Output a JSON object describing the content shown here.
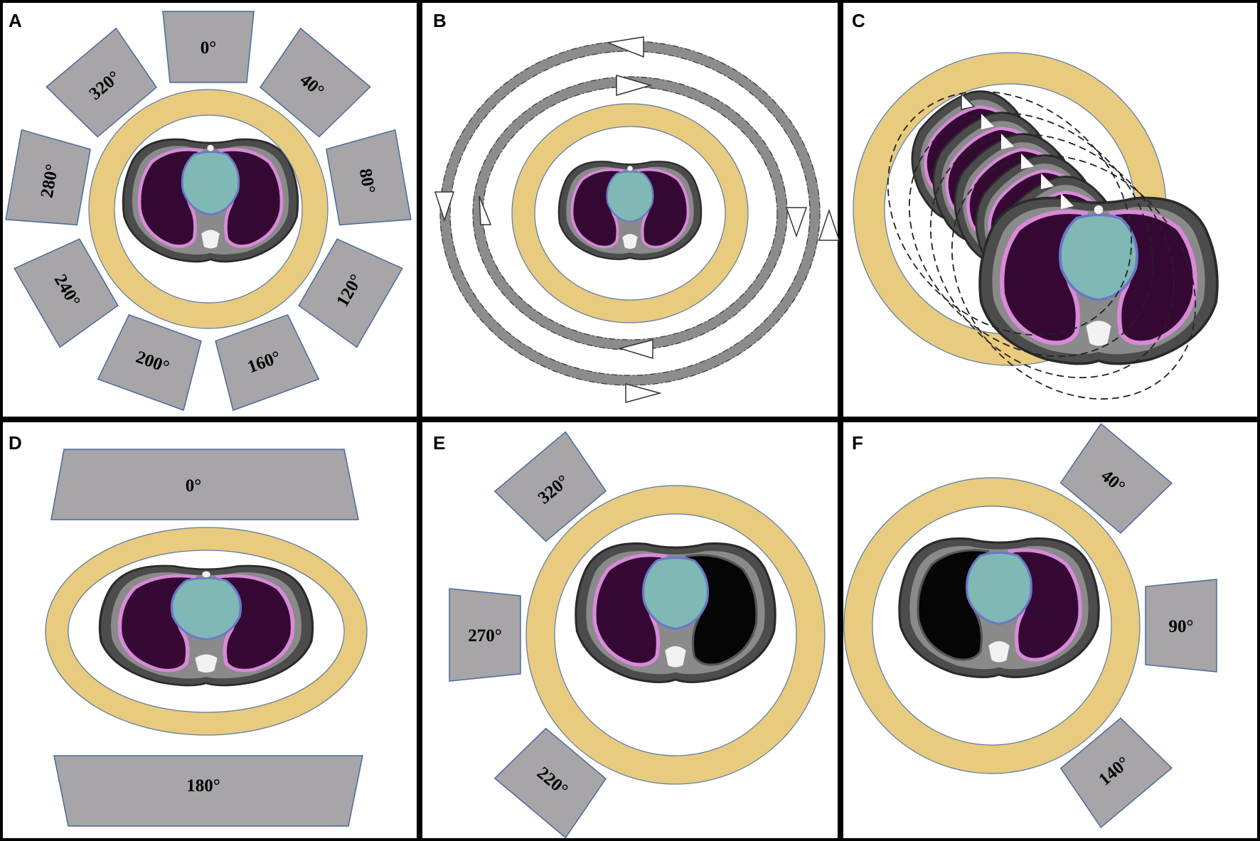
{
  "panels": {
    "A": {
      "letter": "A",
      "beams": [
        {
          "label": "0°",
          "angle": 0
        },
        {
          "label": "40°",
          "angle": 40
        },
        {
          "label": "80°",
          "angle": 80
        },
        {
          "label": "120°",
          "angle": 120
        },
        {
          "label": "160°",
          "angle": 160
        },
        {
          "label": "200°",
          "angle": 200
        },
        {
          "label": "240°",
          "angle": 240
        },
        {
          "label": "280°",
          "angle": 280
        },
        {
          "label": "320°",
          "angle": 320
        }
      ]
    },
    "B": {
      "letter": "B"
    },
    "C": {
      "letter": "C"
    },
    "D": {
      "letter": "D",
      "beams": [
        {
          "label": "0°",
          "angle": 0
        },
        {
          "label": "180°",
          "angle": 180
        }
      ]
    },
    "E": {
      "letter": "E",
      "beams": [
        {
          "label": "220°",
          "angle": 220
        },
        {
          "label": "270°",
          "angle": 270
        },
        {
          "label": "320°",
          "angle": 320
        }
      ]
    },
    "F": {
      "letter": "F",
      "beams": [
        {
          "label": "40°",
          "angle": 40
        },
        {
          "label": "90°",
          "angle": 90
        },
        {
          "label": "140°",
          "angle": 140
        }
      ]
    }
  },
  "colors": {
    "gantry": "#e8cb7e",
    "beam": "#a7a5a8",
    "lung": "#350833",
    "lung_outline": "#d88ad8",
    "heart": "#7fb8b5",
    "frame": "#000000"
  }
}
